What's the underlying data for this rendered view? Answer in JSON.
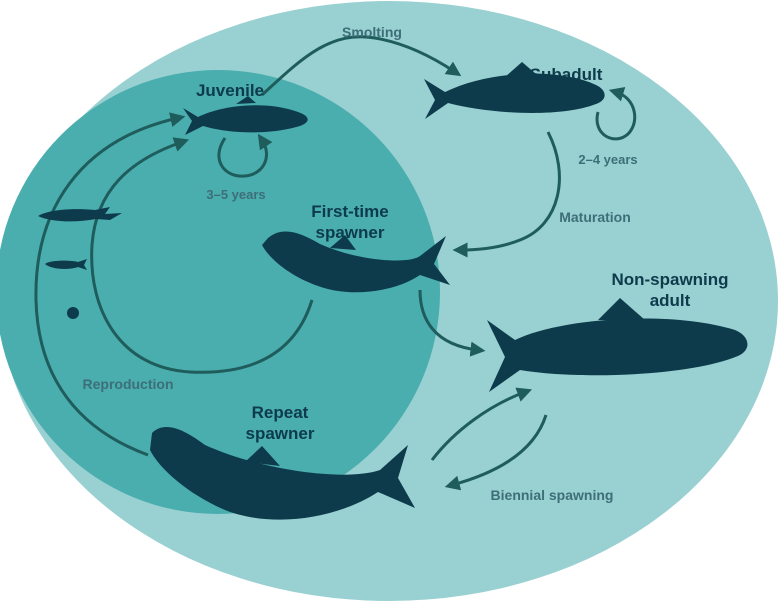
{
  "colors": {
    "outer_ellipse": "#99d0d1",
    "inner_circle": "#4aadae",
    "fish": "#0d3b4c",
    "arrow": "#1f5c5c",
    "stage_label": "#0d3b4c",
    "transition_label": "#3d6f78"
  },
  "stages": {
    "juvenile": "Juvenile",
    "subadult": "Subadult",
    "first_time_line1": "First-time",
    "first_time_line2": "spawner",
    "non_spawning_line1": "Non-spawning",
    "non_spawning_line2": "adult",
    "repeat_line1": "Repeat",
    "repeat_line2": "spawner"
  },
  "transitions": {
    "smolting": "Smolting",
    "maturation": "Maturation",
    "reproduction": "Reproduction",
    "biennial": "Biennial spawning",
    "juvenile_loop": "3–5 years",
    "subadult_loop": "2–4 years"
  }
}
